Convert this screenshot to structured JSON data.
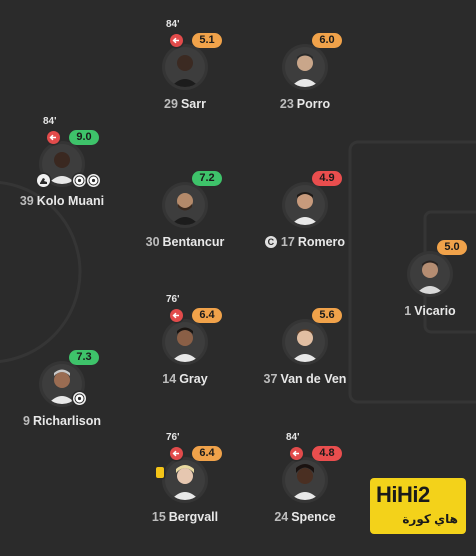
{
  "colors": {
    "background": "#2b2b2b",
    "rating_green": "#3ec36a",
    "rating_orange": "#f0a24a",
    "rating_red": "#e94e4e",
    "sub_out_red": "#e24b4b",
    "card_yellow": "#f5c518",
    "logo_yellow": "#f3d21a"
  },
  "players": {
    "sarr": {
      "number": "29",
      "name": "Sarr",
      "rating": "5.1",
      "sub_minute": "84'"
    },
    "porro": {
      "number": "23",
      "name": "Porro",
      "rating": "6.0"
    },
    "kolo_muani": {
      "number": "39",
      "name": "Kolo Muani",
      "rating": "9.0",
      "sub_minute": "84'"
    },
    "bentancur": {
      "number": "30",
      "name": "Bentancur",
      "rating": "7.2"
    },
    "romero": {
      "number": "17",
      "name": "Romero",
      "rating": "4.9",
      "captain": "C"
    },
    "vicario": {
      "number": "1",
      "name": "Vicario",
      "rating": "5.0"
    },
    "gray": {
      "number": "14",
      "name": "Gray",
      "rating": "6.4",
      "sub_minute": "76'"
    },
    "van_de_ven": {
      "number": "37",
      "name": "Van de Ven",
      "rating": "5.6"
    },
    "richarlison": {
      "number": "9",
      "name": "Richarlison",
      "rating": "7.3"
    },
    "bergvall": {
      "number": "15",
      "name": "Bergvall",
      "rating": "6.4",
      "sub_minute": "76'"
    },
    "spence": {
      "number": "24",
      "name": "Spence",
      "rating": "4.8",
      "sub_minute": "84'"
    }
  },
  "watermark": {
    "main": "HiHi2",
    "sub": "هاي كورة"
  }
}
